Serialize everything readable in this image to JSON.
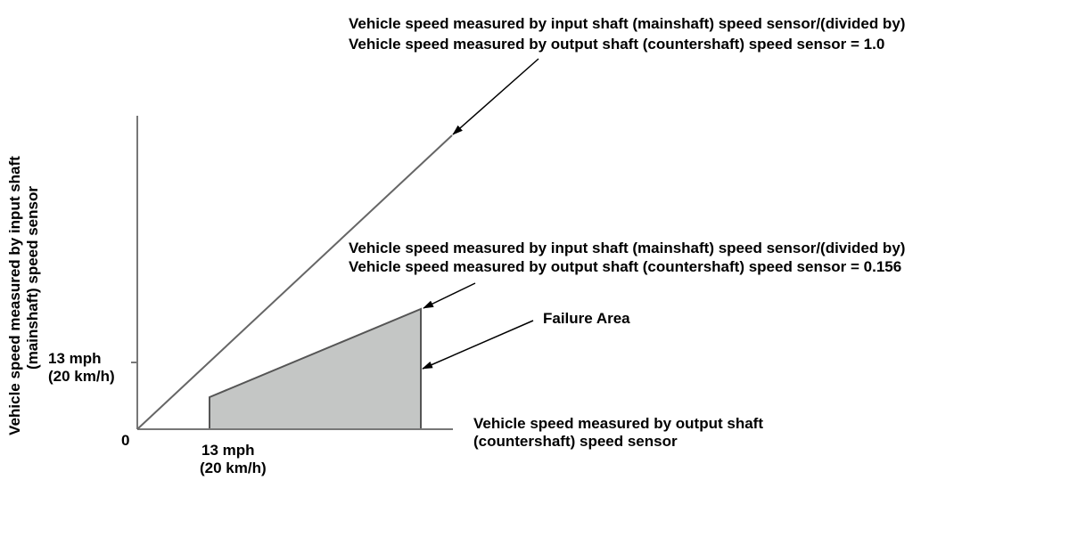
{
  "diagram": {
    "top_callout": {
      "line1": "Vehicle speed measured by input shaft (mainshaft) speed sensor/(divided by)",
      "line2": "Vehicle speed measured by output shaft (countershaft) speed sensor = 1.0"
    },
    "middle_callout": {
      "line1": "Vehicle speed measured by input shaft (mainshaft) speed sensor/(divided by)",
      "line2": "Vehicle speed measured by output shaft (countershaft) speed sensor = 0.156"
    },
    "failure_area_label": "Failure Area",
    "x_axis_label": {
      "line1": "Vehicle speed measured by output shaft",
      "line2": "(countershaft) speed sensor"
    },
    "y_axis_label": {
      "line1": "Vehicle speed measured by input shaft",
      "line2": "(mainshaft) speed sensor"
    },
    "origin_label": "0",
    "y_tick": {
      "line1": "13 mph",
      "line2": "(20 km/h)"
    },
    "x_tick": {
      "line1": "13 mph",
      "line2": "(20 km/h)"
    },
    "colors": {
      "line": "#666666",
      "failure_fill": "#c4c6c5",
      "text": "#000000"
    }
  }
}
